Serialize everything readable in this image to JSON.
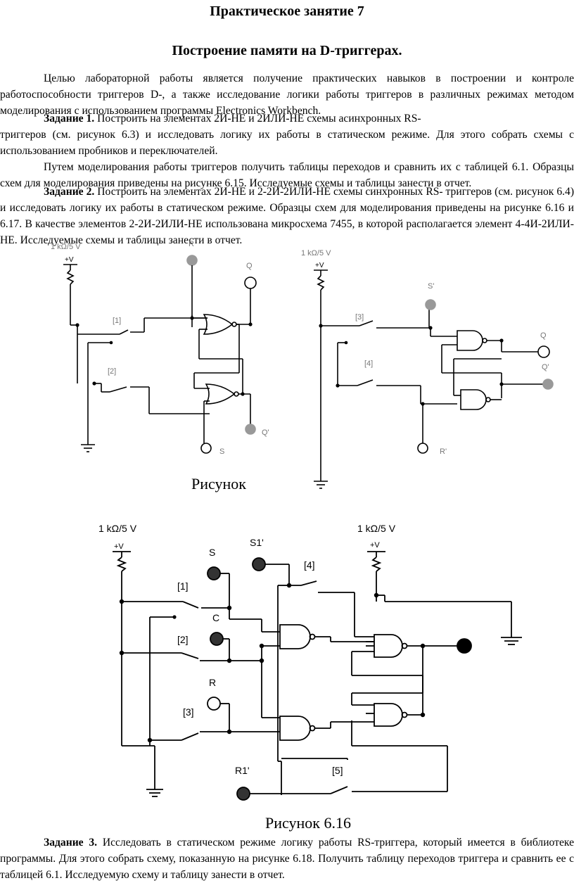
{
  "title": "Практическое занятие 7",
  "subtitle": "Построение памяти на D-триггерах.",
  "intro": "Целью лабораторной работы является  получение практических навыков в построении и контроле работоспособности триггеров  D-, а также исследование логики  работы триггеров в различных режимах методом моделирования с использованием программы Electronics Workbench.",
  "task1": {
    "label": "Задание 1.",
    "text1": " Построить на элементах 2И-НЕ и 2ИЛИ-НЕ схемы асинхронных RS-",
    "text2": "триггеров (см. рисунок 6.3) и исследовать логику их работы в статическом режиме. Для этого собрать схемы с использованием пробников и переключателей.",
    "text3": "Путем моделирования работы триггеров получить таблицы переходов и сравнить их с таблицей 6.1. Образцы схем для моделирования приведены на рисунке 6.15. Исследуемые схемы и таблицы занести в отчет."
  },
  "task2": {
    "label": "Задание 2.",
    "text": " Построить на элементах 2И-НЕ и 2-2И-2ИЛИ-НЕ схемы синхронных RS- триггеров (см. рисунок 6.4) и исследовать логику их работы в статическом режиме. Образцы схем для моделирования приведены на рисунке 6.16 и 6.17. В качестве элементов 2-2И-2ИЛИ-НЕ использована микросхема 7455, в которой располагается  элемент 4-4И-2ИЛИ-НЕ. Исследуемые схемы и таблицы занести в отчет."
  },
  "task3": {
    "label": "Задание 3.",
    "text": " Исследовать в статическом режиме логику работы RS-триггера, который имеется в библиотеке программы. Для этого собрать схему, показанную на рисунке 6.18. Получить таблицу переходов триггера и сравнить ее с таблицей 6.1. Исследуемую схему и таблицу занести в отчет."
  },
  "figure1": {
    "caption": "Рисунок",
    "left": {
      "supply": "1 kΩ/5 V",
      "vcc": "+V",
      "sw1": "[1]",
      "sw2": "[2]",
      "r": "R",
      "q": "Q",
      "s": "S",
      "qn": "Q'"
    },
    "right": {
      "supply": "1 kΩ/5 V",
      "vcc": "+V",
      "sw3": "[3]",
      "sw4": "[4]",
      "sn": "S'",
      "q": "Q",
      "qn": "Q'",
      "rn": "R'"
    }
  },
  "figure2": {
    "caption": "Рисунок 6.16",
    "supply1": "1 kΩ/5 V",
    "supply2": "1 kΩ/5 V",
    "vcc1": "+V",
    "vcc2": "+V",
    "s": "S",
    "s1": "S1'",
    "c": "C",
    "r": "R",
    "r1": "R1'",
    "sw1": "[1]",
    "sw2": "[2]",
    "sw3": "[3]",
    "sw4": "[4]",
    "sw5": "[5]"
  }
}
